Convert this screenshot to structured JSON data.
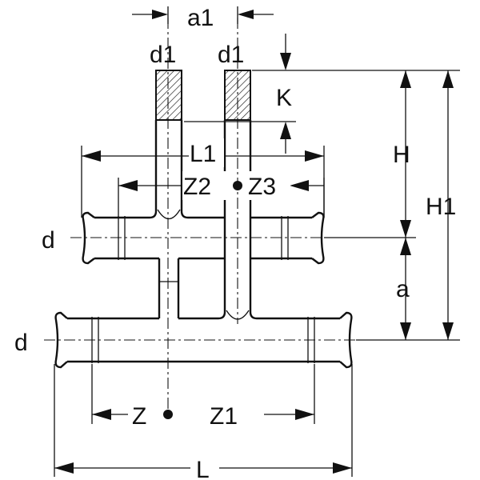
{
  "labels": {
    "a1": "a1",
    "d1_left": "d1",
    "d1_right": "d1",
    "K": "K",
    "H": "H",
    "H1": "H1",
    "L1": "L1",
    "Z2": "Z2",
    "Z3": "Z3",
    "d_upper": "d",
    "d_lower": "d",
    "a": "a",
    "Z": "Z",
    "Z1": "Z1",
    "L": "L"
  }
}
